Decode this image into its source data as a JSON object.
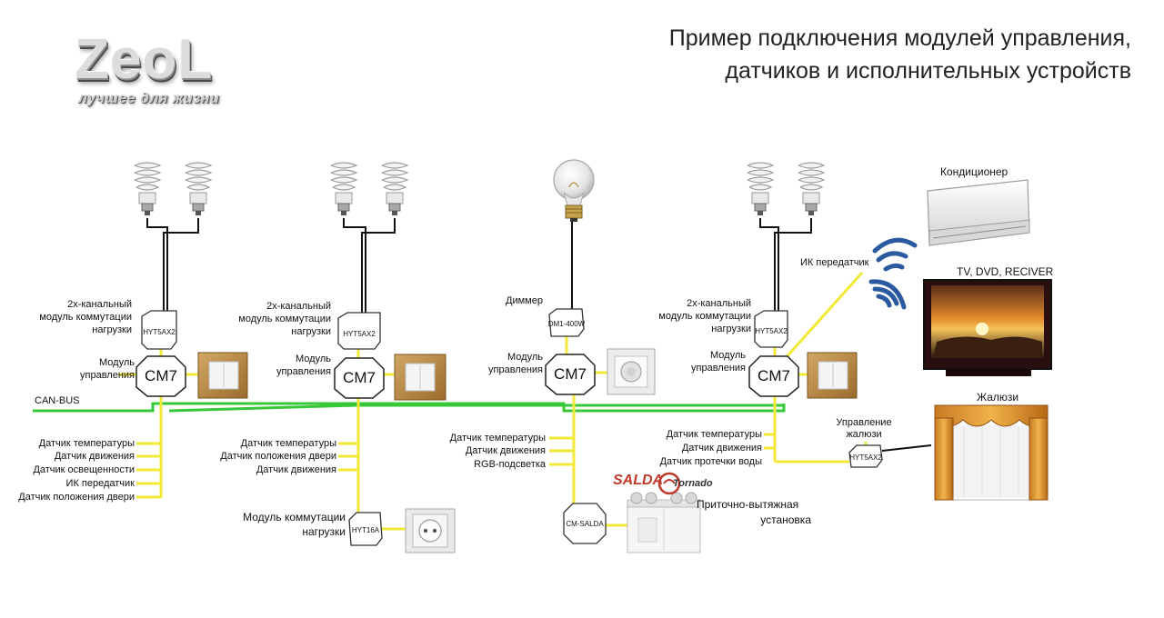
{
  "logo": {
    "name": "ZeoL",
    "tagline": "лучшее для жизни"
  },
  "title": {
    "line1": "Пример подключения модулей управления,",
    "line2": "датчиков и исполнительных устройств"
  },
  "bus": {
    "label": "CAN-BUS",
    "color": "#37c837"
  },
  "colors": {
    "wire_yellow": "#f2e836",
    "wire_black": "#111111",
    "bus_green": "#37c837"
  },
  "modules": {
    "cm7": "CM7",
    "cm7_label": "Модуль управления",
    "hyt5ax2": "HYT5AX2",
    "hyt16a": "HYT16A",
    "dm1": "DM1-400W",
    "cm_salda": "CM-SALDA"
  },
  "labels": {
    "two_channel_1": "2х-канальный",
    "two_channel_2": "модуль коммутации",
    "two_channel_3": "нагрузки",
    "dimmer": "Диммер",
    "module_switch_1": "Модуль коммутации",
    "module_switch_2": "нагрузки",
    "ir_transmitter": "ИК передатчик",
    "air_conditioner": "Кондиционер",
    "tv": "TV, DVD, RECIVER",
    "blinds": "Жалюзи",
    "blinds_control_1": "Управление",
    "blinds_control_2": "жалюзи",
    "ventilation_1": "Приточно-вытяжная",
    "ventilation_2": "установка",
    "salda": "SALDA",
    "tornado": "Tornado"
  },
  "sensors": {
    "group1": [
      "Датчик температуры",
      "Датчик движения",
      "Датчик освещенности",
      "ИК передатчик",
      "Датчик положения двери"
    ],
    "group2": [
      "Датчик температуры",
      "Датчик положения двери",
      "Датчик движения"
    ],
    "group3": [
      "Датчик температуры",
      "Датчик движения",
      "RGB-подсветка"
    ],
    "group4": [
      "Датчик температуры",
      "Датчик движения",
      "Датчик протечки воды"
    ]
  }
}
